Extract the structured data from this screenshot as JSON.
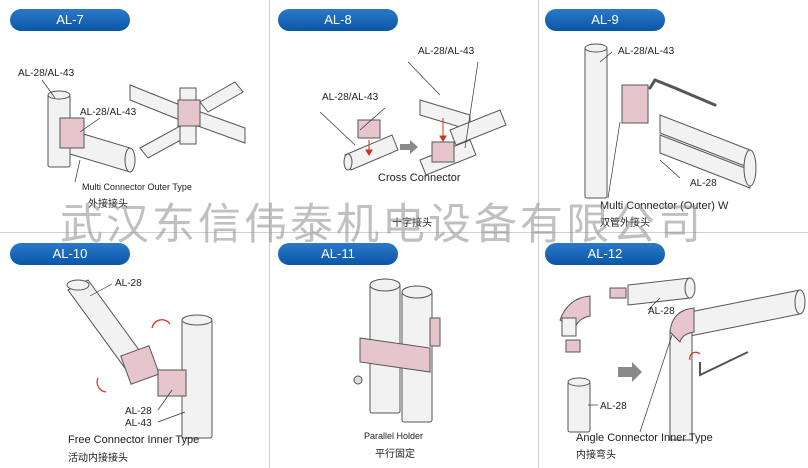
{
  "panels": [
    {
      "title": "AL-7",
      "labels": [
        "AL-28/AL-43",
        "AL-28/AL-43"
      ],
      "caption": "Multi Connector Outer Type",
      "caption_cn": "外接接头"
    },
    {
      "title": "AL-8",
      "labels": [
        "AL-28/AL-43",
        "AL-28/AL-43"
      ],
      "caption": "Cross Connector",
      "caption_cn": "十字接头"
    },
    {
      "title": "AL-9",
      "labels": [
        "AL-28/AL-43",
        "AL-28"
      ],
      "caption": "Multi Connector (Outer) W",
      "caption_cn": "双管外接头"
    },
    {
      "title": "AL-10",
      "labels": [
        "AL-28",
        "AL-28",
        "AL-43"
      ],
      "caption": "Free Connector Inner Type",
      "caption_cn": "活动内接接头"
    },
    {
      "title": "AL-11",
      "labels": [],
      "caption": "Parallel Holder",
      "caption_cn": "平行固定"
    },
    {
      "title": "AL-12",
      "labels": [
        "AL-28",
        "AL-28"
      ],
      "caption": "Angle Connector Inner Type",
      "caption_cn": "内接弯头"
    }
  ],
  "watermark": "武汉东信伟泰机电设备有限公司",
  "colors": {
    "pill": "#0b56a6",
    "tube_fill": "#f2f2f2",
    "tube_stroke": "#555555",
    "connector": "#e6c6cc",
    "arrow_red": "#d0301d"
  }
}
